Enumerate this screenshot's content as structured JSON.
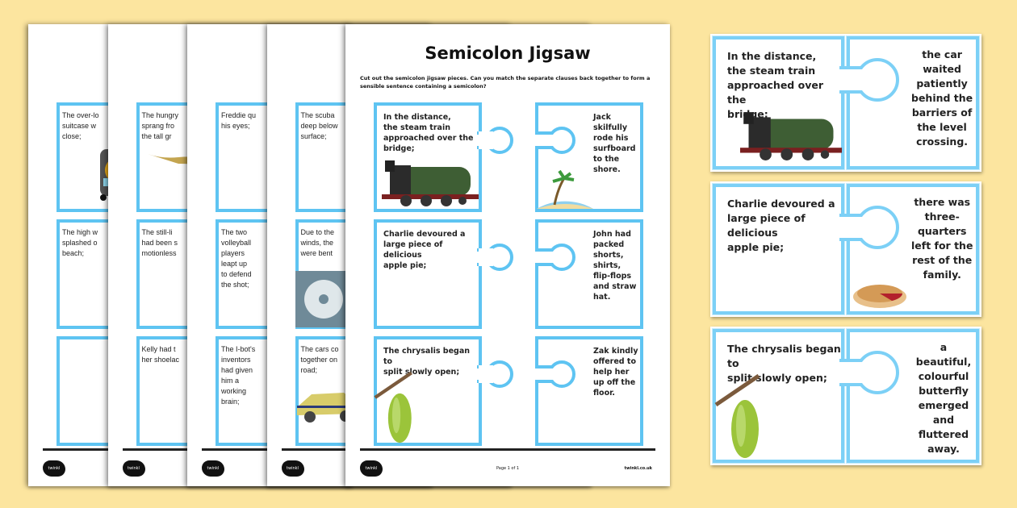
{
  "colors": {
    "background": "#fce59f",
    "piece_border": "#5ec4f2"
  },
  "back_sheets": [
    {
      "rows": [
        {
          "text": "The over-lo\nsuitcase w\nclose;",
          "image": "suitcase"
        },
        {
          "text": "The high w\nsplashed o\nbeach;"
        },
        {
          "text": ""
        }
      ]
    },
    {
      "rows": [
        {
          "text": "The hungry\nsprang fro\nthe tall gr",
          "image": "cheetah"
        },
        {
          "text": "The still-li\nhad been s\nmotionless"
        },
        {
          "text": "Kelly had t\nher shoelac"
        }
      ]
    },
    {
      "rows": [
        {
          "text": "Freddie qu\nhis eyes;"
        },
        {
          "text": "The two\nvolleyball\nplayers\nleapt up\nto defend\nthe shot;"
        },
        {
          "text": "The I-bot's\ninventors\nhad given\nhim a\nworking\nbrain;"
        }
      ]
    },
    {
      "rows": [
        {
          "text": "The scuba\ndeep below\nsurface;"
        },
        {
          "text": "Due to the\nwinds, the\nwere bent",
          "image": "hurricane"
        },
        {
          "text": "The cars co\ntogether on\nroad;",
          "image": "car"
        }
      ]
    }
  ],
  "front_sheet": {
    "title": "Semicolon Jigsaw",
    "instructions": "Cut out the semicolon jigsaw pieces. Can you match the separate clauses back together to form a sensible sentence containing a semicolon?",
    "rows": [
      {
        "left": "In the distance,\nthe steam train\napproached over the\nbridge;",
        "left_image": "steam-train",
        "right": "Jack\nskilfully\nrode his\nsurfboard\nto the\nshore.",
        "right_image": "beach"
      },
      {
        "left": "Charlie devoured a\nlarge piece of delicious\napple pie;",
        "right": "John had\npacked\nshorts,\nshirts,\nflip-flops\nand straw\nhat."
      },
      {
        "left": "The chrysalis began to\nsplit slowly open;",
        "left_image": "chrysalis",
        "right": "Zak kindly\noffered to\nhelp her\nup off the\nfloor."
      }
    ],
    "page_number": "Page 1 of 1",
    "website": "twinkl.co.uk",
    "logo": "twinkl"
  },
  "cards": [
    {
      "left": "In the distance,\nthe steam train\napproached over the\nbridge;",
      "left_image": "steam-train",
      "right": "the car\nwaited\npatiently\nbehind the\nbarriers of\nthe level\ncrossing."
    },
    {
      "left": "Charlie devoured a\nlarge piece of delicious\napple pie;",
      "right": "there was\nthree-\nquarters\nleft for the\nrest of the\nfamily.",
      "right_image": "apple-pie"
    },
    {
      "left": "The chrysalis began to\nsplit slowly open;",
      "left_image": "chrysalis",
      "right": "a beautiful,\ncolourful\nbutterfly\nemerged\nand\nfluttered\naway."
    }
  ]
}
